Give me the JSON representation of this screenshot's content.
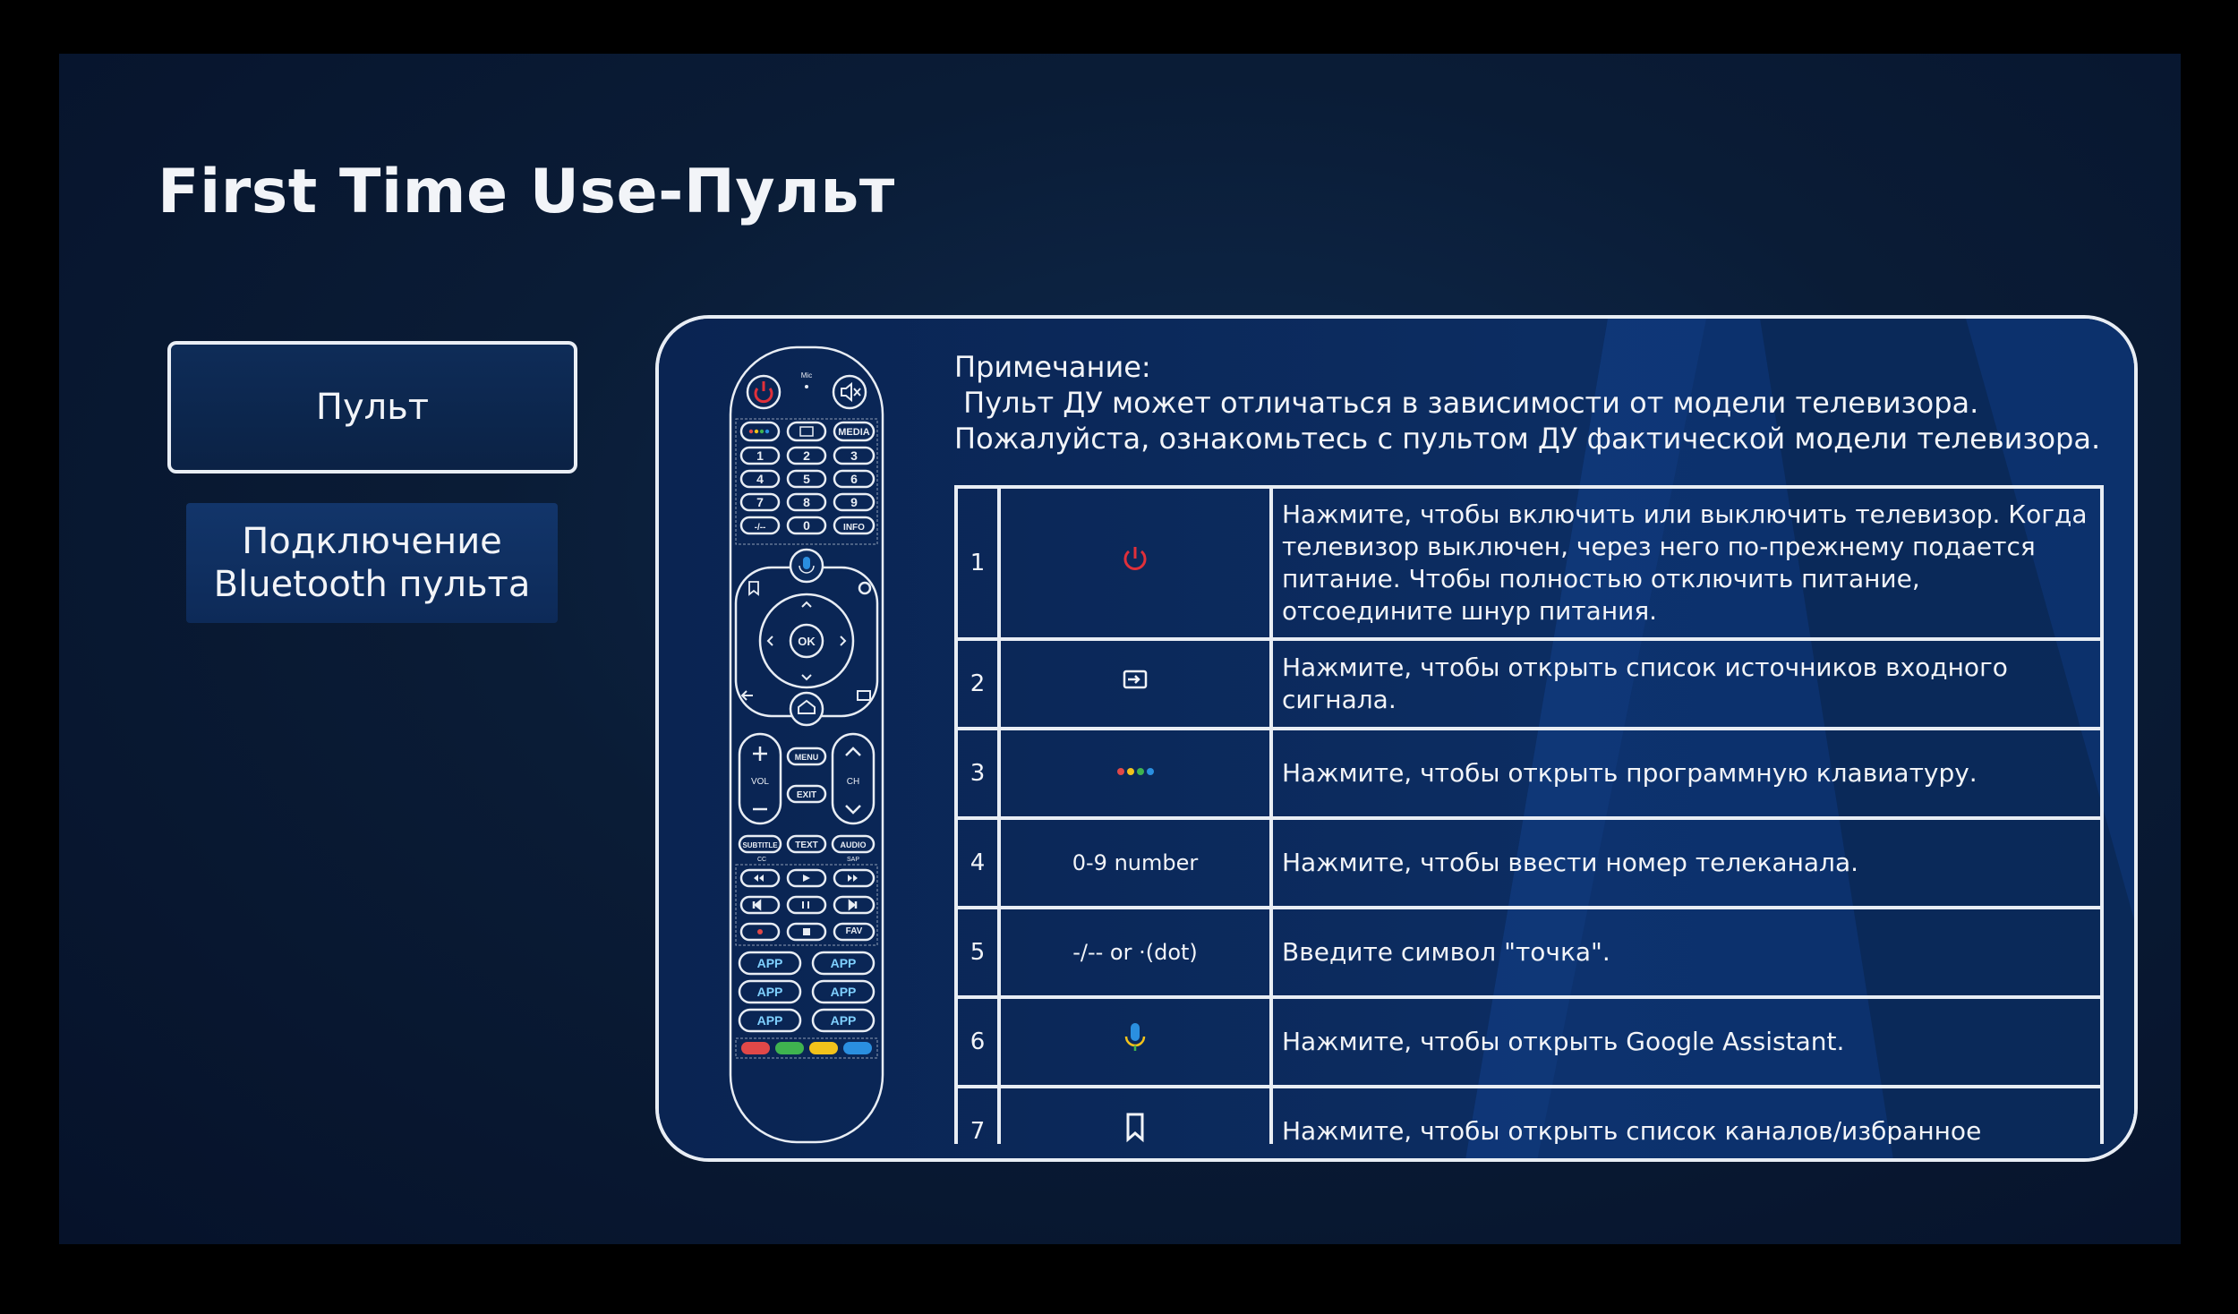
{
  "page": {
    "title": "First Time Use-Пульт"
  },
  "sidebar": {
    "items": [
      {
        "label": "Пульт"
      },
      {
        "label_line1": "Подключение",
        "label_line2": "Bluetooth пульта"
      }
    ]
  },
  "note": {
    "heading": "Примечание:",
    "line1": " Пульт ДУ может отличаться в зависимости от модели телевизора.",
    "line2": "Пожалуйста, ознакомьтесь с пультом ДУ фактической модели телевизора."
  },
  "remote": {
    "mic": "Mic",
    "media": "MEDIA",
    "digits": [
      "1",
      "2",
      "3",
      "4",
      "5",
      "6",
      "7",
      "8",
      "9"
    ],
    "dash": "-/--",
    "zero": "0",
    "info": "INFO",
    "ok": "OK",
    "vol": "VOL",
    "ch": "CH",
    "menu": "MENU",
    "exit": "EXIT",
    "subtitle": "SUBTITLE",
    "text": "TEXT",
    "audio": "AUDIO",
    "cc": "CC",
    "sap": "SAP",
    "fav": "FAV",
    "app": "APP",
    "color_keys": [
      "#e04848",
      "#3fb34f",
      "#f2c21b",
      "#2a8fe0"
    ]
  },
  "keys_table": {
    "rows": [
      {
        "num": "1",
        "icon": "power-icon",
        "icon_color": "#e0303a",
        "desc": "Нажмите, чтобы включить или выключить телевизор. Когда телевизор выключен, через него по-прежнему подается питание. Чтобы полностью отключить питание, отсоедините шнур питания."
      },
      {
        "num": "2",
        "icon": "input-source-icon",
        "desc": "Нажмите, чтобы открыть список источников входного сигнала."
      },
      {
        "num": "3",
        "icon": "four-dots-icon",
        "desc": "Нажмите, чтобы открыть программную клавиатуру."
      },
      {
        "num": "4",
        "icon_text": "0-9 number",
        "desc": "Нажмите, чтобы ввести номер телеканала."
      },
      {
        "num": "5",
        "icon_text": "-/-- or ·(dot)",
        "desc": "Введите символ \"точка\"."
      },
      {
        "num": "6",
        "icon": "microphone-icon",
        "desc": "Нажмите, чтобы открыть Google Assistant."
      },
      {
        "num": "7",
        "icon": "bookmark-icon",
        "desc": "Нажмите, чтобы открыть список каналов/избранное"
      }
    ]
  },
  "colors": {
    "background": "#0a1c36",
    "panel": "#0b2a5c",
    "border": "#e8edf4",
    "power_red": "#e0303a",
    "dot_colors": [
      "#e04848",
      "#f2c21b",
      "#3fb34f",
      "#2a8fe0"
    ]
  }
}
